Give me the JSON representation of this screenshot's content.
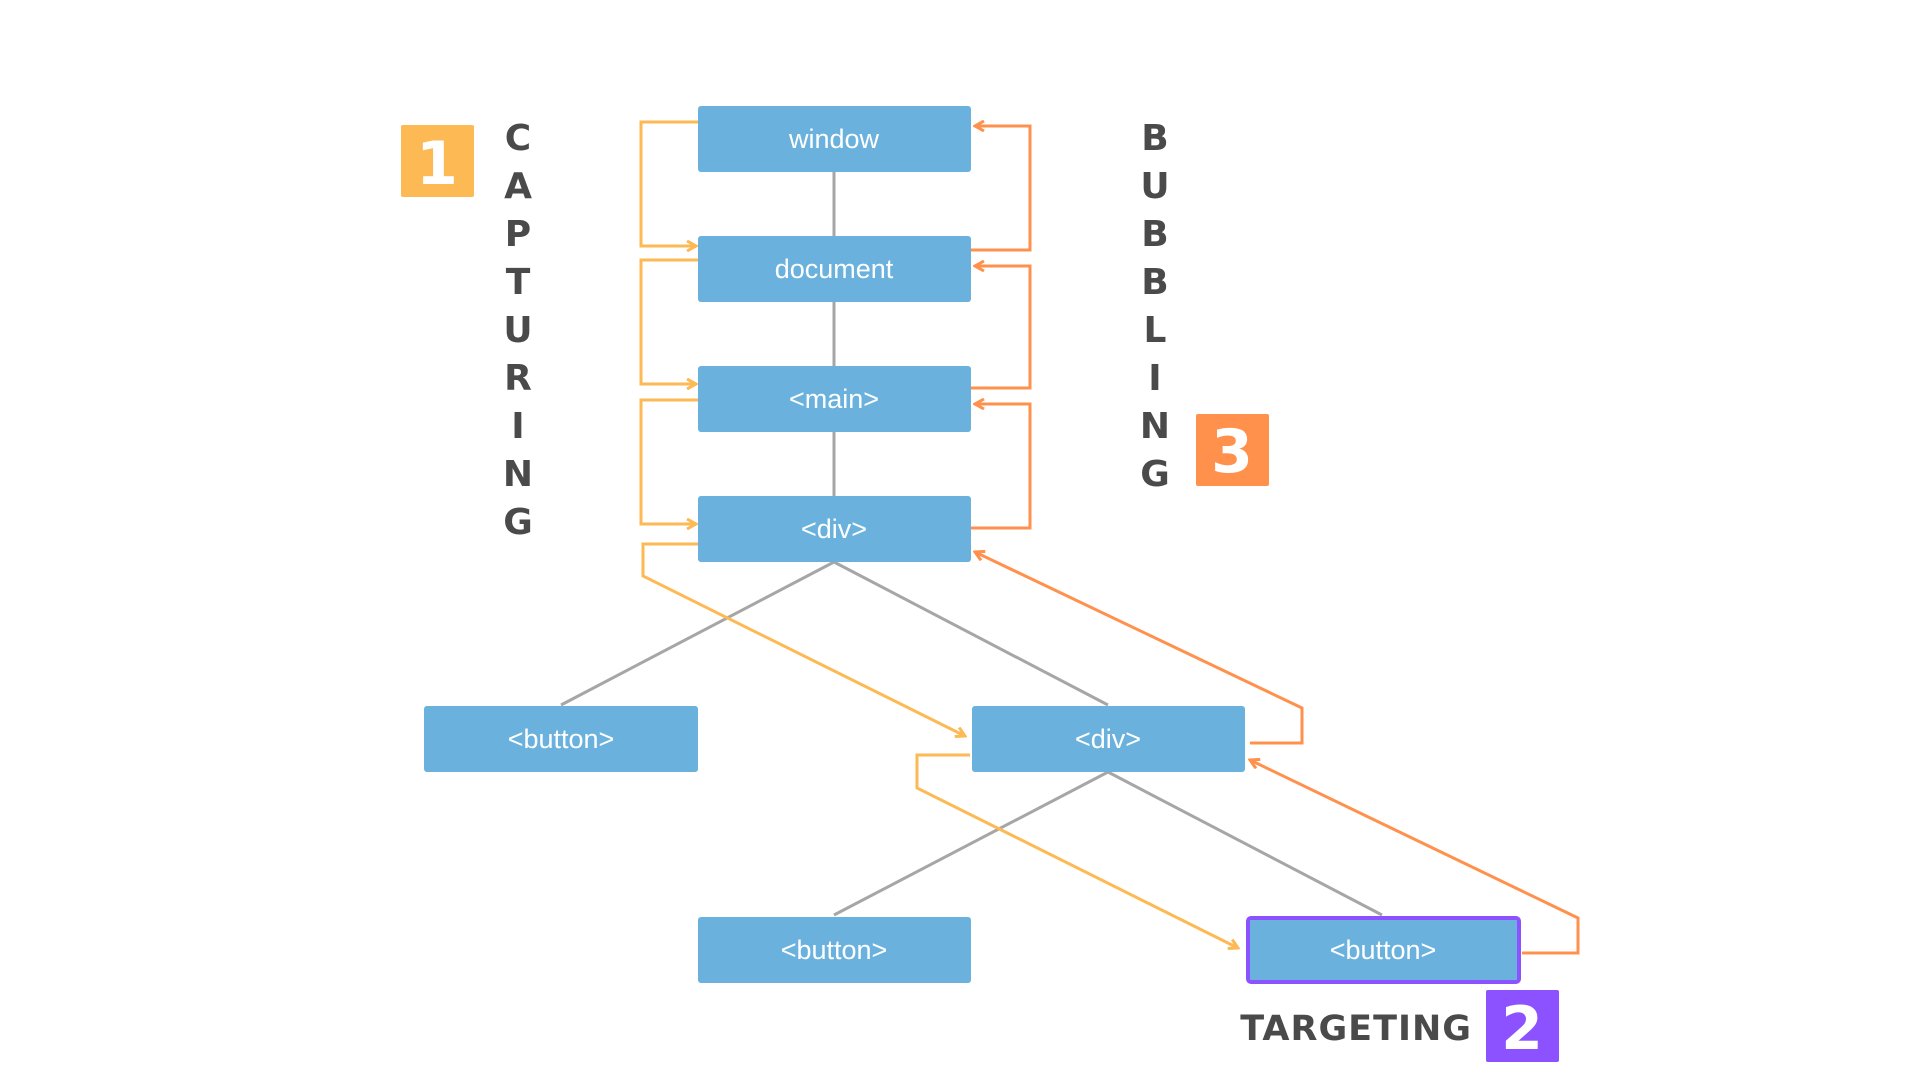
{
  "nodes": {
    "window": "window",
    "document": "document",
    "main": "<main>",
    "div1": "<div>",
    "button_left": "<button>",
    "div2": "<div>",
    "button_bottom_left": "<button>",
    "button_target": "<button>"
  },
  "phases": {
    "capturing": {
      "number": "1",
      "label": "CAPTURING",
      "color": "#fdb954"
    },
    "targeting": {
      "number": "2",
      "label": "TARGETING",
      "color": "#8c52ff"
    },
    "bubbling": {
      "number": "3",
      "label": "BUBBLING",
      "color": "#ff914d"
    }
  },
  "colors": {
    "node_fill": "#6ab2dd",
    "tree_line": "#a6a6a6",
    "capture_arrow": "#fdb954",
    "bubble_arrow": "#ff914d",
    "target_border": "#8c52ff"
  }
}
